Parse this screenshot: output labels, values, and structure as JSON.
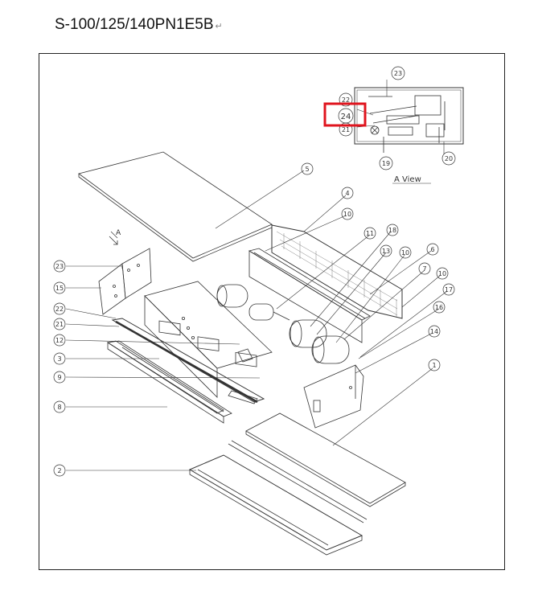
{
  "title": "S-100/125/140PN1E5B",
  "title_mark": "↵",
  "view_label": "A  View",
  "arrow_label": "A",
  "highlight_color": "#e0141e",
  "callouts": [
    "1",
    "2",
    "3",
    "4",
    "5",
    "6",
    "7",
    "8",
    "9",
    "10",
    "11",
    "12",
    "13",
    "14",
    "15",
    "16",
    "17",
    "18",
    "19",
    "20",
    "21",
    "22",
    "23",
    "24"
  ]
}
